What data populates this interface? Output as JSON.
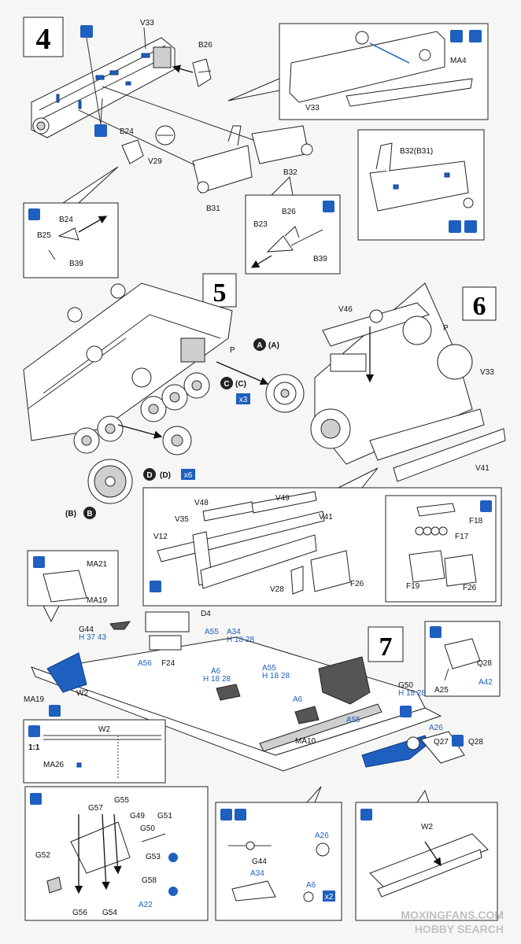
{
  "steps": {
    "s4": "4",
    "s5": "5",
    "s6": "6",
    "s7": "7"
  },
  "step4": {
    "parts": [
      "V33",
      "B26",
      "B24",
      "V29",
      "B31",
      "B32"
    ],
    "inset_top": {
      "parts": [
        "MA4",
        "V33"
      ]
    },
    "inset_right": {
      "parts": [
        "B32(B31)"
      ]
    },
    "inset_left": {
      "parts": [
        "B24",
        "B25",
        "B39"
      ]
    },
    "inset_mid": {
      "parts": [
        "B26",
        "B23",
        "B39"
      ]
    }
  },
  "step5": {
    "parts": [
      "P",
      "A",
      "(A)",
      "C",
      "(C)",
      "x3",
      "D",
      "(D)",
      "x6",
      "(B)",
      "B"
    ]
  },
  "step6": {
    "parts": [
      "V46",
      "P",
      "V33",
      "V41"
    ],
    "inset_main": {
      "parts": [
        "V48",
        "V49",
        "V35",
        "V12",
        "V41",
        "V28",
        "F26"
      ]
    },
    "inset_right": {
      "parts": [
        "F18",
        "F17",
        "F19",
        "F26"
      ]
    },
    "inset_left": {
      "parts": [
        "MA21",
        "MA19"
      ]
    }
  },
  "step7": {
    "parts": [
      "D4",
      "G44",
      "A55",
      "A34",
      "F24",
      "A56",
      "A6",
      "A55",
      "A6",
      "G50",
      "A55",
      "MA19",
      "W2",
      "MA10",
      "A26",
      "Q27",
      "Q28"
    ],
    "badges": {
      "g44": "H 37 43",
      "a34": "H 18 28",
      "a6": "H 18 28",
      "a55": "H 18 28",
      "g50": "H 18 28"
    },
    "inset_tr": {
      "parts": [
        "Q28",
        "A25",
        "A42"
      ]
    },
    "inset_scale": {
      "scale": "1:1",
      "parts": [
        "W2",
        "MA26"
      ]
    },
    "inset_bl": {
      "parts": [
        "G57",
        "G55",
        "G49",
        "G51",
        "G50",
        "G53",
        "G52",
        "G58",
        "G56",
        "G54",
        "A22"
      ]
    },
    "inset_bm": {
      "parts": [
        "G44",
        "A26",
        "A34",
        "A6"
      ],
      "qty": "x2"
    },
    "inset_br": {
      "parts": [
        "W2"
      ]
    }
  },
  "watermark": {
    "line1": "MOXINGFANS.COM",
    "line2": "HOBBY SEARCH"
  }
}
